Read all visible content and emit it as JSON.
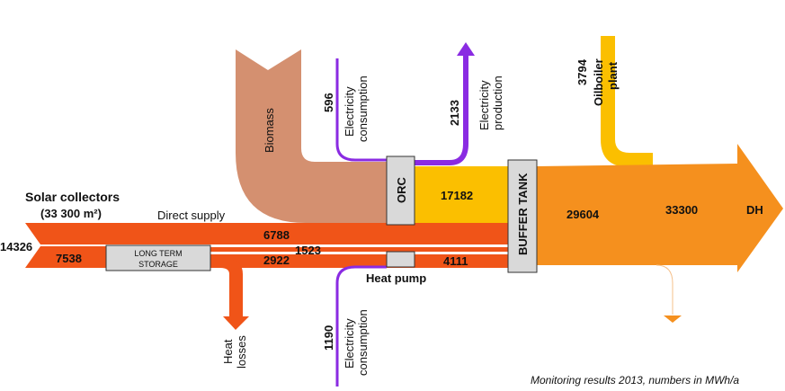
{
  "labels": {
    "solar_collectors": "Solar collectors",
    "solar_area": "(33 300 m²)",
    "direct_supply": "Direct supply",
    "long_term_storage_line1": "LONG TERM",
    "long_term_storage_line2": "STORAGE",
    "heat_losses_line1": "Heat",
    "heat_losses_line2": "losses",
    "heat_pump": "Heat pump",
    "orc": "ORC",
    "buffer_tank": "BUFFER TANK",
    "biomass": "Biomass",
    "electricity_consumption_line1": "Electricity",
    "electricity_consumption_line2": "consumption",
    "electricity_production_line1": "Electricity",
    "electricity_production_line2": "production",
    "oilboiler_line1": "Oilboiler",
    "oilboiler_line2": "plant",
    "dh": "DH",
    "footnote": "Monitoring results 2013, numbers in MWh/a"
  },
  "values": {
    "solar_total": "14326",
    "to_storage": "7538",
    "direct": "6788",
    "storage_to_buffer": "1523",
    "storage_to_heatpump": "2922",
    "heatpump_out": "4111",
    "orc_heat": "17182",
    "orc_electricity_in": "596",
    "orc_electricity_out": "2133",
    "heatpump_electricity_in": "1190",
    "buffer_out": "29604",
    "oilboiler": "3794",
    "dh_total": "33300"
  },
  "colors": {
    "solar": "#f05418",
    "biomass": "#d49070",
    "orc_heat": "#fbbf00",
    "dh": "#f5901e",
    "electricity": "#8a2be2",
    "box": "#d9d9d9"
  }
}
